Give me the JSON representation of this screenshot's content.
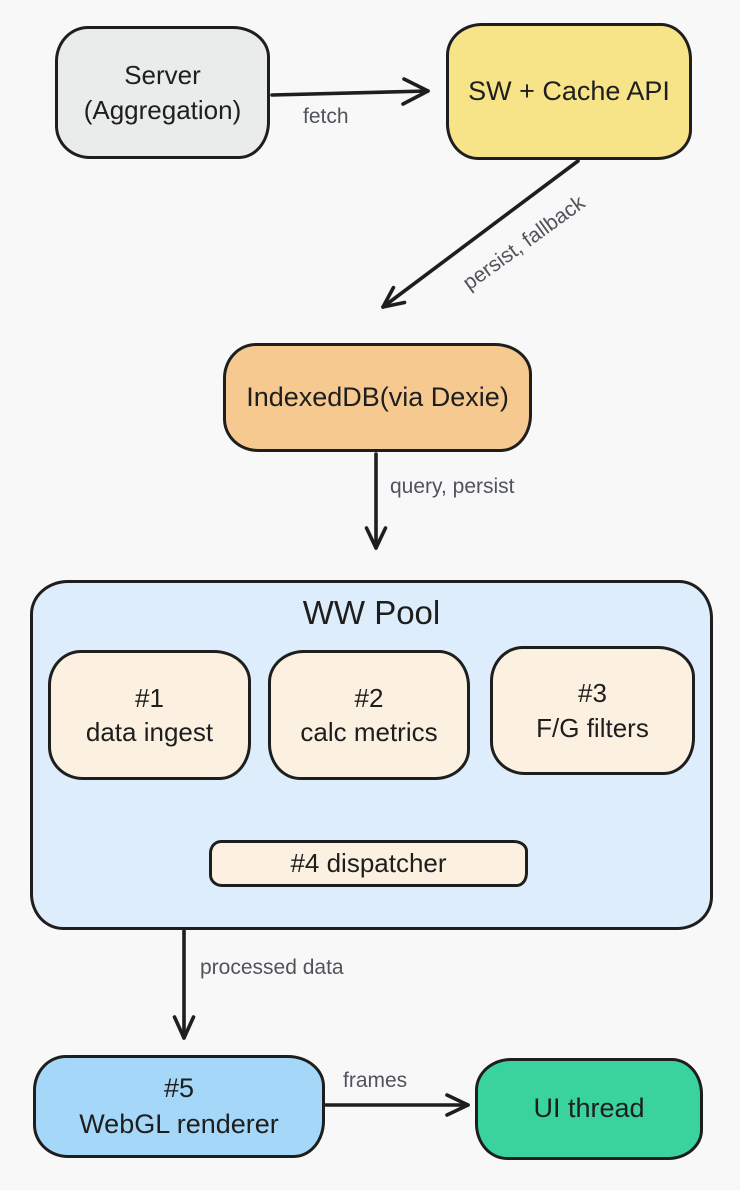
{
  "canvas": {
    "background": "#f8f8f8",
    "stroke": "#1e1e1e",
    "edge_label_color": "#50545a"
  },
  "nodes": {
    "server": {
      "line1": "Server",
      "line2": "(Aggregation)",
      "fill": "#e9eceb"
    },
    "sw_cache": {
      "label": "SW + Cache API",
      "fill": "#f7e388"
    },
    "indexeddb": {
      "label": "IndexedDB(via Dexie)",
      "fill": "#f5c98f"
    },
    "ww_pool": {
      "title": "WW Pool",
      "fill": "#ddedfb"
    },
    "worker1": {
      "line1": "#1",
      "line2": "data ingest",
      "fill": "#fcf1e1"
    },
    "worker2": {
      "line1": "#2",
      "line2": "calc metrics",
      "fill": "#fcf1e1"
    },
    "worker3": {
      "line1": "#3",
      "line2": "F/G filters",
      "fill": "#fcf1e1"
    },
    "worker4": {
      "label": "#4 dispatcher",
      "fill": "#fcf1e1"
    },
    "worker5": {
      "line1": "#5",
      "line2": "WebGL renderer",
      "fill": "#a5d8f8"
    },
    "ui_thread": {
      "label": "UI thread",
      "fill": "#3ad39d"
    }
  },
  "edges": {
    "fetch": {
      "label": "fetch"
    },
    "persist_fallback": {
      "label": "persist, fallback"
    },
    "query_persist": {
      "label": "query, persist"
    },
    "processed_data": {
      "label": "processed data"
    },
    "frames": {
      "label": "frames"
    }
  }
}
